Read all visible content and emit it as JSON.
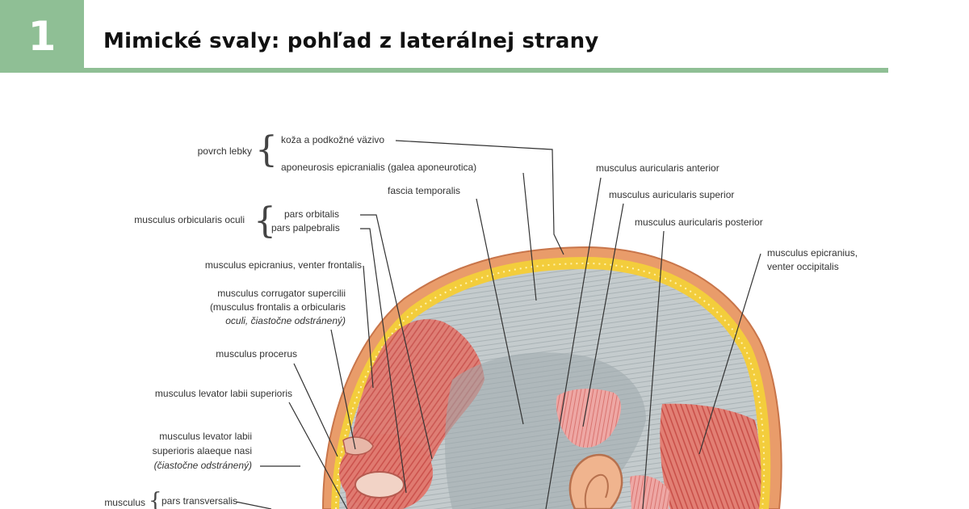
{
  "header": {
    "chapter_number": "1",
    "title": "Mimické svaly: pohľad z laterálnej strany"
  },
  "groups": {
    "povrch_lebky": "povrch lebky",
    "orbicularis_oculi": "musculus orbicularis oculi",
    "nasalis": "musculus"
  },
  "labels": {
    "koza": "koža a podkožné väzivo",
    "aponeurosis": "aponeurosis epicranialis (galea aponeurotica)",
    "fascia_temporalis": "fascia temporalis",
    "pars_orbitalis": "pars orbitalis",
    "pars_palpebralis": "pars palpebralis",
    "venter_frontalis": "musculus epicranius, venter frontalis",
    "corrugator_1": "musculus corrugator supercilii",
    "corrugator_2": "(musculus frontalis a orbicularis",
    "corrugator_3": "oculi, čiastočne odstránený)",
    "procerus": "musculus procerus",
    "levator_labii": "musculus levator labii superioris",
    "levator_alaeque_1": "musculus levator labii",
    "levator_alaeque_2": "superioris alaeque nasi",
    "levator_alaeque_3": "(čiastočne odstránený)",
    "pars_transversalis": "pars transversalis",
    "auricularis_anterior": "musculus auricularis anterior",
    "auricularis_superior": "musculus auricularis superior",
    "auricularis_posterior": "musculus auricularis posterior",
    "occipitalis_1": "musculus epicranius,",
    "occipitalis_2": "venter occipitalis"
  },
  "colors": {
    "accent_green": "#8fbf95",
    "muscle_red": "#d9665e",
    "fascia_gray": "#bfc6c8",
    "fat_yellow": "#f3cd3c",
    "skin_orange": "#e99c6a"
  }
}
